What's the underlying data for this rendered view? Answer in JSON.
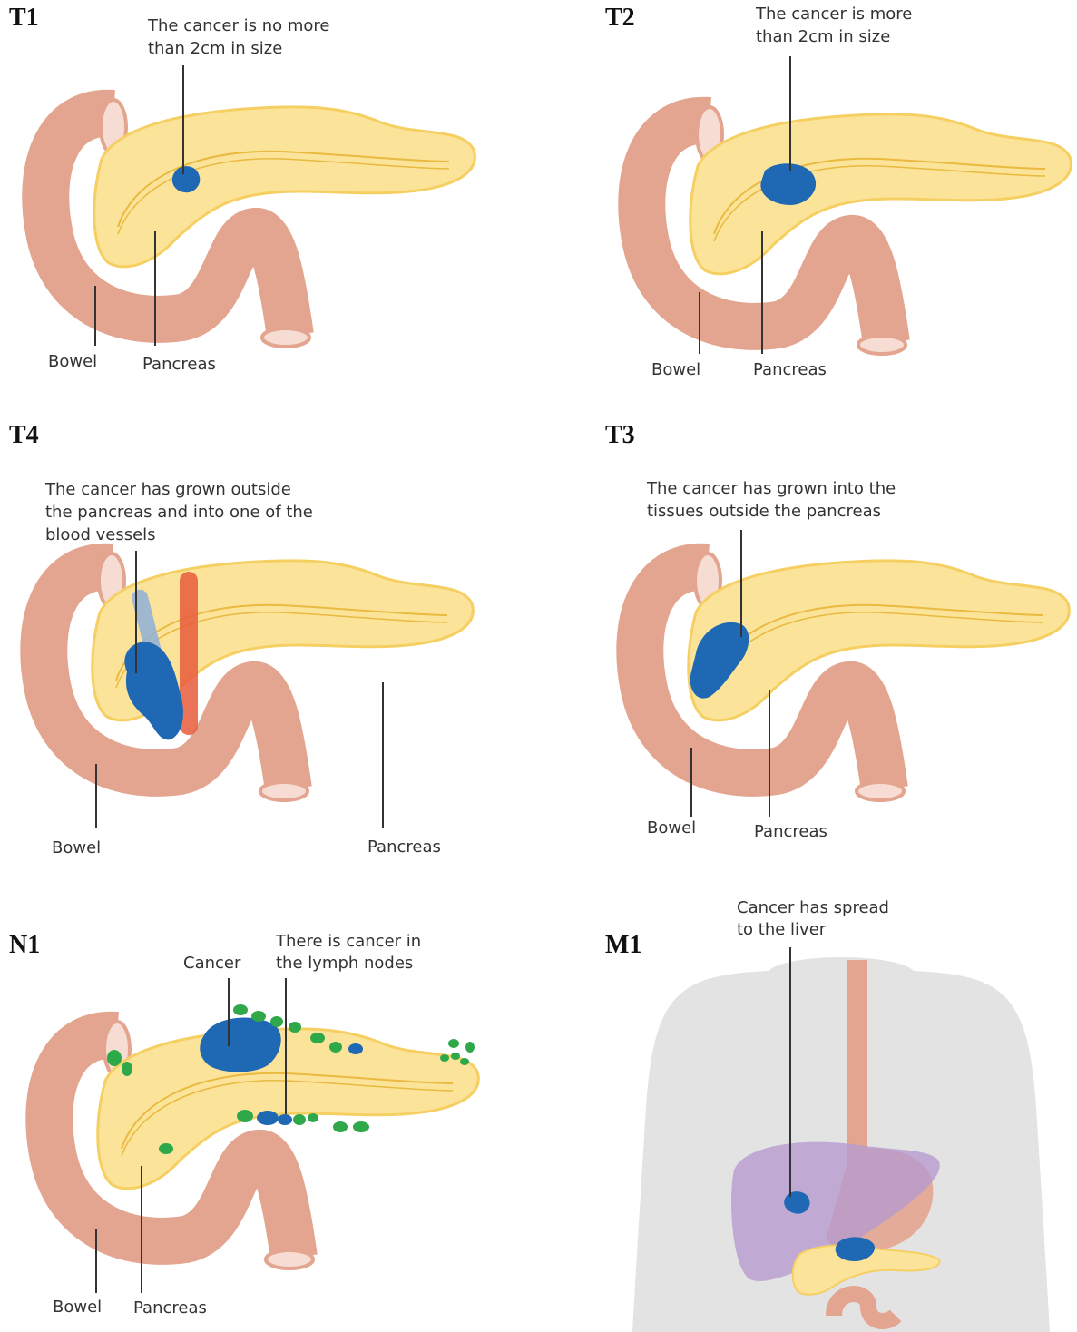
{
  "colors": {
    "pancreas": "#fbe49a",
    "pancreas_edge": "#f6cf62",
    "bowel": "#e3a58f",
    "bowel_inner": "#f6dcd2",
    "cancer": "#1f68b3",
    "lymph": "#2fa84a",
    "body": "#e3e3e3",
    "liver": "#b79bcf",
    "artery": "#e85a3a",
    "vein": "#8fb0d8"
  },
  "panels": {
    "t1": {
      "stage": "T1",
      "note_1": "The cancer is no more",
      "note_2": "than 2cm in size",
      "bowel": "Bowel",
      "pancreas": "Pancreas"
    },
    "t2": {
      "stage": "T2",
      "note_1": "The cancer is more",
      "note_2": "than 2cm in size",
      "bowel": "Bowel",
      "pancreas": "Pancreas"
    },
    "t4": {
      "stage": "T4",
      "note_1": "The cancer has grown outside",
      "note_2": "the pancreas and into one of the",
      "note_3": "blood vessels",
      "bowel": "Bowel",
      "pancreas": "Pancreas"
    },
    "t3": {
      "stage": "T3",
      "note_1": "The cancer has grown into the",
      "note_2": "tissues outside the pancreas",
      "bowel": "Bowel",
      "pancreas": "Pancreas"
    },
    "n1": {
      "stage": "N1",
      "cancer": "Cancer",
      "note_1": "There is cancer in",
      "note_2": "the lymph nodes",
      "bowel": "Bowel",
      "pancreas": "Pancreas"
    },
    "m1": {
      "stage": "M1",
      "note_1": "Cancer has spread",
      "note_2": "to the liver"
    }
  }
}
